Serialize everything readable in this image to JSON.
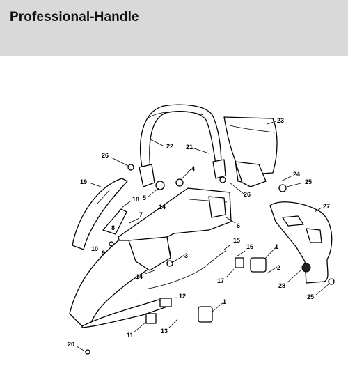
{
  "page": {
    "title": "Professional-Handle"
  },
  "callouts": [
    "1",
    "1",
    "2",
    "3",
    "4",
    "5",
    "6",
    "7",
    "8",
    "9",
    "10",
    "11",
    "12",
    "13",
    "14",
    "14",
    "15",
    "16",
    "17",
    "18",
    "19",
    "20",
    "21",
    "22",
    "23",
    "24",
    "25",
    "25",
    "26",
    "26",
    "27",
    "28"
  ],
  "colors": {
    "header_bg": "#d9d9d9",
    "ink": "#000000"
  }
}
